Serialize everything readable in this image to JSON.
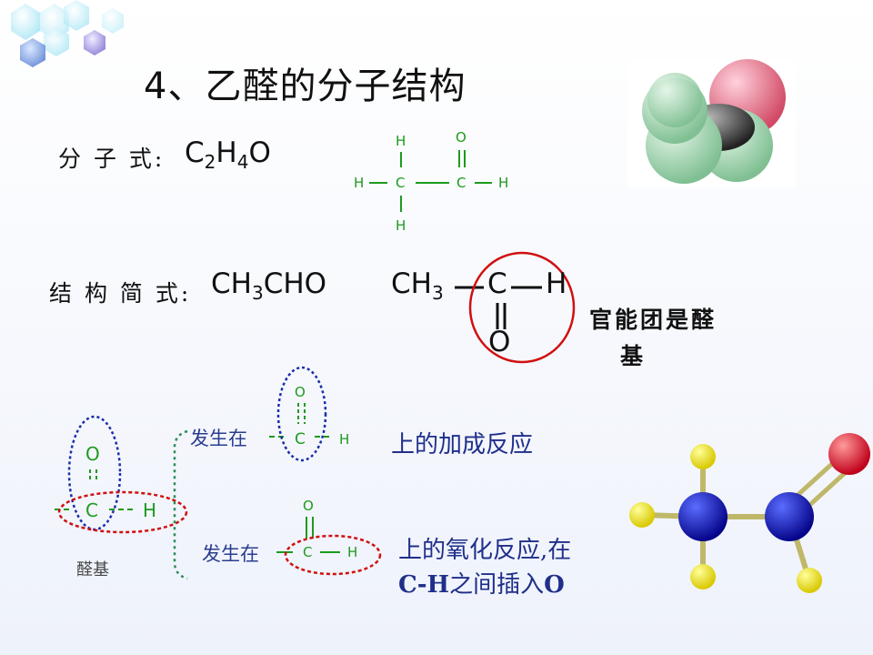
{
  "slide": {
    "title": "4、乙醛的分子结构",
    "molecular_formula": {
      "label": "分 子 式:",
      "C": "C",
      "C_sub": "2",
      "H": "H",
      "H_sub": "4",
      "O": "O"
    },
    "structural_formula": {
      "label": "结 构 简 式:",
      "condensed_a": "CH",
      "condensed_sub": "3",
      "condensed_b": "CHO",
      "expanded_ch": "CH",
      "expanded_sub": "3",
      "expanded_c": "C",
      "expanded_h": "H",
      "expanded_o": "O"
    },
    "full_structure": {
      "h_top": "H",
      "o_top": "O",
      "h_left": "H",
      "c1": "C",
      "c2": "C",
      "h_right": "H",
      "h_bottom": "H"
    },
    "functional_group_note_line1": "官能团是醛",
    "functional_group_note_line2": "基",
    "aldehyde_group": {
      "o": "O",
      "c": "C",
      "h": "H",
      "label": "醛基"
    },
    "addition": {
      "prefix": "发生在",
      "o": "O",
      "c": "C",
      "h": "H",
      "suffix": "上的加成反应"
    },
    "oxidation": {
      "prefix": "发生在",
      "o": "O",
      "c": "C",
      "h": "H",
      "suffix_line1": "上的氧化反应,在",
      "suffix_line2_bold": "C-H",
      "suffix_line2_mid": "之间插入",
      "suffix_line2_end": "O"
    },
    "colors": {
      "red_ellipse": "#d01010",
      "blue_dotted": "#1a2ea8",
      "green_text": "#1e9a1e",
      "navy_text": "#1f2f8a"
    }
  }
}
